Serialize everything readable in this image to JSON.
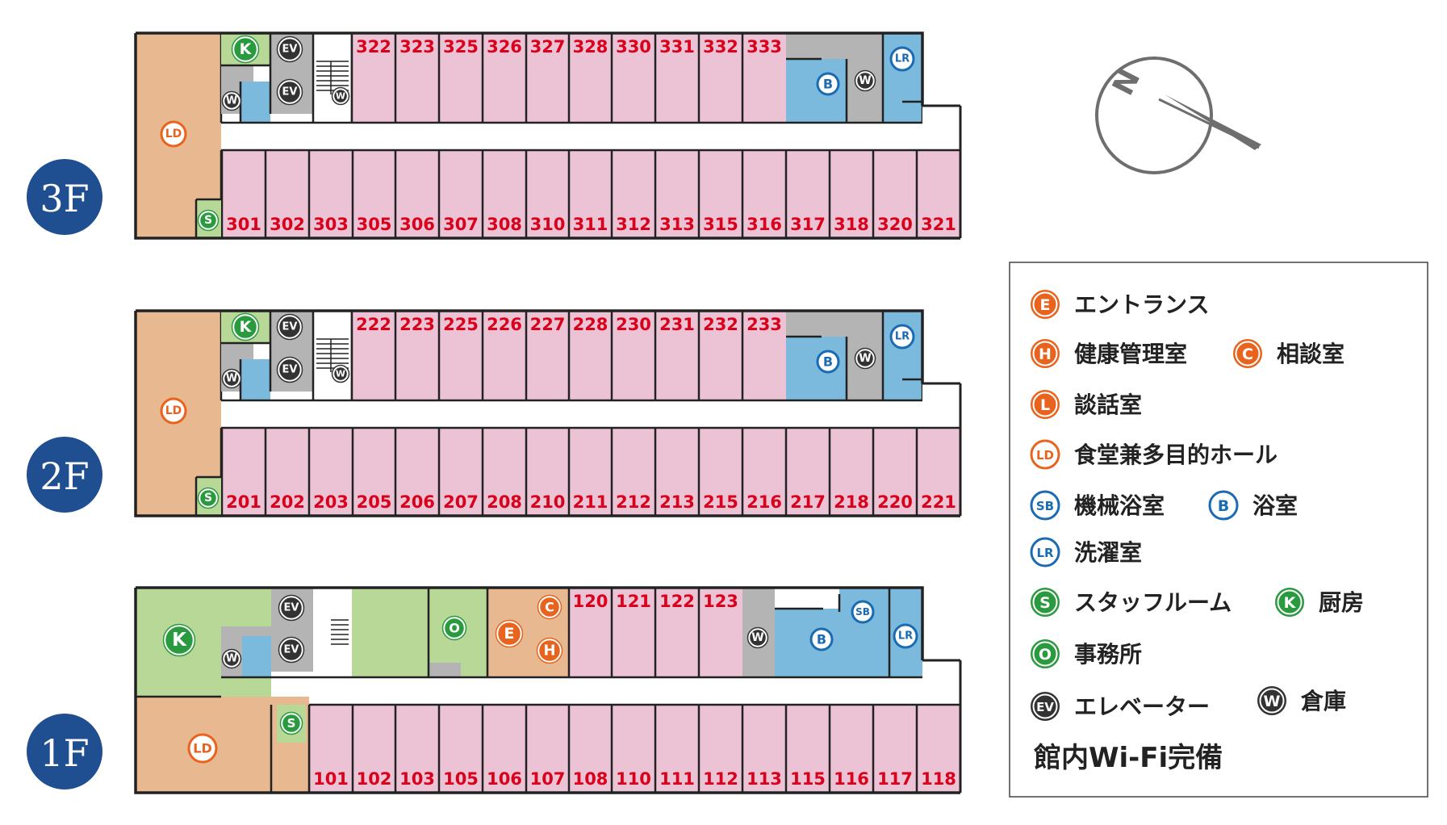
{
  "colors": {
    "room": "#ecc2d5",
    "lounge": "#e8b990",
    "kitchen": "#b7d897",
    "bath": "#7bb9dd",
    "service": "#b4b4b4",
    "corridor": "#ffffff",
    "wall": "#222222",
    "room_text": "#d9001b",
    "floor_badge": "#1f4e91",
    "orange_icon": "#e8631d",
    "blue_icon": "#1b6bb3",
    "green_icon": "#2a9a3f",
    "dark_icon": "#333333"
  },
  "compass": {
    "label": "N"
  },
  "floors": [
    {
      "label": "3F",
      "rooms_top": [
        "322",
        "323",
        "325",
        "326",
        "327",
        "328",
        "330",
        "331",
        "332",
        "333"
      ],
      "rooms_bottom": [
        "301",
        "302",
        "303",
        "305",
        "306",
        "307",
        "308",
        "310",
        "311",
        "312",
        "313",
        "315",
        "316",
        "317",
        "318",
        "320",
        "321"
      ]
    },
    {
      "label": "2F",
      "rooms_top": [
        "222",
        "223",
        "225",
        "226",
        "227",
        "228",
        "230",
        "231",
        "232",
        "233"
      ],
      "rooms_bottom": [
        "201",
        "202",
        "203",
        "205",
        "206",
        "207",
        "208",
        "210",
        "211",
        "212",
        "213",
        "215",
        "216",
        "217",
        "218",
        "220",
        "221"
      ]
    },
    {
      "label": "1F",
      "rooms_top": [
        "120",
        "121",
        "122",
        "123"
      ],
      "rooms_bottom": [
        "101",
        "102",
        "103",
        "105",
        "106",
        "107",
        "108",
        "110",
        "111",
        "112",
        "113",
        "115",
        "116",
        "117",
        "118"
      ]
    }
  ],
  "badges": {
    "LD": "LD",
    "K": "K",
    "EV": "EV",
    "W": "W",
    "S": "S",
    "B": "B",
    "LR": "LR",
    "SB": "SB",
    "O": "O",
    "E": "E",
    "C": "C",
    "H": "H"
  },
  "legend": {
    "entrance": {
      "code": "E",
      "label": "エントランス"
    },
    "health": {
      "code": "H",
      "label": "健康管理室"
    },
    "consult": {
      "code": "C",
      "label": "相談室"
    },
    "lounge": {
      "code": "L",
      "label": "談話室"
    },
    "dining": {
      "code": "LD",
      "label": "食堂兼多目的ホール"
    },
    "machine_bath": {
      "code": "SB",
      "label": "機械浴室"
    },
    "bath": {
      "code": "B",
      "label": "浴室"
    },
    "laundry": {
      "code": "LR",
      "label": "洗濯室"
    },
    "staff": {
      "code": "S",
      "label": "スタッフルーム"
    },
    "kitchen": {
      "code": "K",
      "label": "厨房"
    },
    "office": {
      "code": "O",
      "label": "事務所"
    },
    "elevator": {
      "code": "EV",
      "label": "エレベーター"
    },
    "storage": {
      "code": "W",
      "label": "倉庫"
    },
    "wifi": "館内Wi-Fi完備"
  }
}
